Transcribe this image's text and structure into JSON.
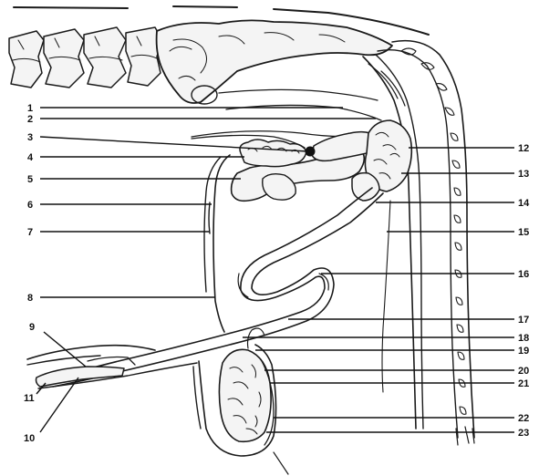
{
  "figure": {
    "labels_left": [
      {
        "id": "1",
        "text": "1"
      },
      {
        "id": "2",
        "text": "2"
      },
      {
        "id": "3",
        "text": "3"
      },
      {
        "id": "4",
        "text": "4"
      },
      {
        "id": "5",
        "text": "5"
      },
      {
        "id": "6",
        "text": "6"
      },
      {
        "id": "7",
        "text": "7"
      },
      {
        "id": "8",
        "text": "8"
      },
      {
        "id": "9",
        "text": "9"
      },
      {
        "id": "10",
        "text": "10"
      },
      {
        "id": "11",
        "text": "11"
      }
    ],
    "labels_right": [
      {
        "id": "12",
        "text": "12"
      },
      {
        "id": "13",
        "text": "13"
      },
      {
        "id": "14",
        "text": "14"
      },
      {
        "id": "15",
        "text": "15"
      },
      {
        "id": "16",
        "text": "16"
      },
      {
        "id": "17",
        "text": "17"
      },
      {
        "id": "18",
        "text": "18"
      },
      {
        "id": "19",
        "text": "19"
      },
      {
        "id": "20",
        "text": "20"
      },
      {
        "id": "21",
        "text": "21"
      },
      {
        "id": "22",
        "text": "22"
      },
      {
        "id": "23",
        "text": "23"
      }
    ]
  }
}
